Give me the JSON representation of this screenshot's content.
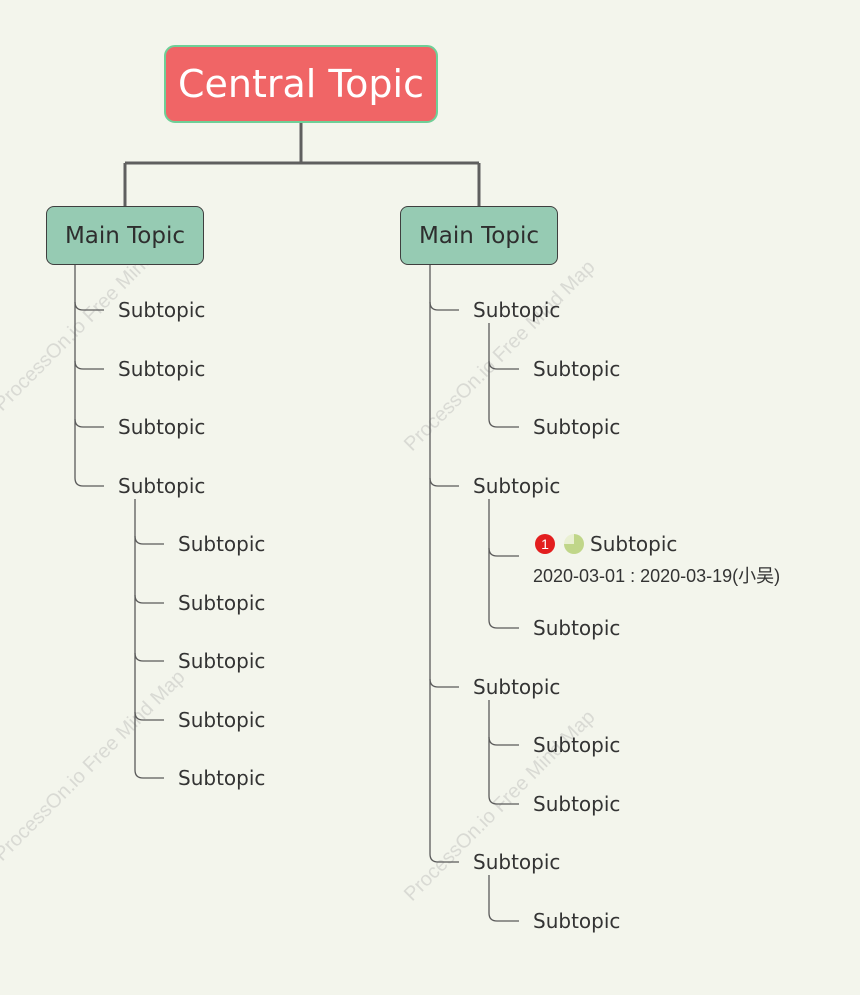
{
  "central": {
    "label": "Central Topic"
  },
  "left_branch": {
    "main_label": "Main Topic",
    "subtopics": [
      "Subtopic",
      "Subtopic",
      "Subtopic",
      "Subtopic"
    ],
    "nested_subtopics": [
      "Subtopic",
      "Subtopic",
      "Subtopic",
      "Subtopic",
      "Subtopic"
    ]
  },
  "right_branch": {
    "main_label": "Main Topic",
    "group1": {
      "label": "Subtopic",
      "children": [
        "Subtopic",
        "Subtopic"
      ]
    },
    "group2": {
      "label": "Subtopic",
      "task": {
        "priority": "1",
        "label": "Subtopic",
        "dates": "2020-03-01 : 2020-03-19(小吴)",
        "progress_percent": 75
      },
      "child": "Subtopic"
    },
    "group3": {
      "label": "Subtopic",
      "children": [
        "Subtopic",
        "Subtopic"
      ]
    },
    "group4": {
      "label": "Subtopic",
      "children": [
        "Subtopic"
      ]
    }
  },
  "watermark": "ProcessOn.io Free Mind Map",
  "colors": {
    "central_fill": "#f06566",
    "central_border": "#6fcf97",
    "main_fill": "#96cbb3",
    "priority": "#e31e1e",
    "progress": "#c0d689",
    "background": "#f3f5ec"
  }
}
